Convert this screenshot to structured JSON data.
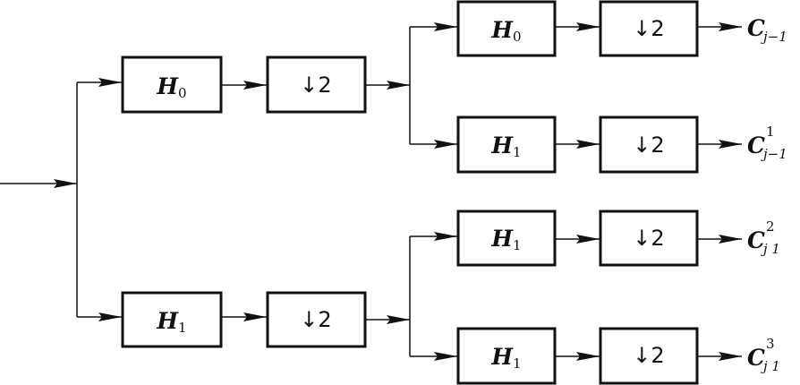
{
  "filters": {
    "l1_top": {
      "symbol": "H",
      "sub": "0"
    },
    "l1_bottom": {
      "symbol": "H",
      "sub": "1"
    },
    "l2_a": {
      "symbol": "H",
      "sub": "0"
    },
    "l2_b": {
      "symbol": "H",
      "sub": "1"
    },
    "l2_c": {
      "symbol": "H",
      "sub": "1"
    },
    "l2_d": {
      "symbol": "H",
      "sub": "1"
    }
  },
  "downsamplers": {
    "l1_top": "↓2",
    "l1_bottom": "↓2",
    "l2_a": "↓2",
    "l2_b": "↓2",
    "l2_c": "↓2",
    "l2_d": "↓2"
  },
  "outputs": [
    {
      "symbol": "C",
      "sup": "",
      "sub": "j−1"
    },
    {
      "symbol": "C",
      "sup": "1",
      "sub": "j−1"
    },
    {
      "symbol": "C",
      "sup": "2",
      "sub": "j 1"
    },
    {
      "symbol": "C",
      "sup": "3",
      "sub": "j 1"
    }
  ]
}
